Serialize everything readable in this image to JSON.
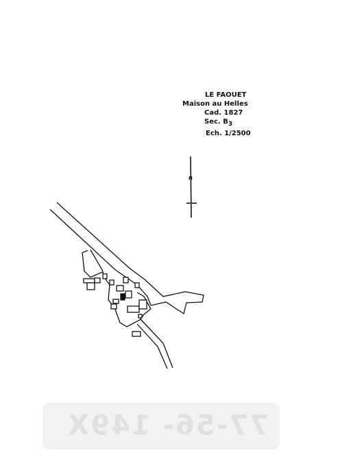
{
  "legend": {
    "place": "LE FAOUET",
    "site": "Maison au  Helles",
    "cadastre": "Cad. 1827",
    "section": "Sec. B",
    "section_sub": "3",
    "scale": "Ech. 1/2500"
  },
  "north_arrow": {
    "label": "N"
  },
  "stamp": {
    "text": "77-56- 149X"
  },
  "colors": {
    "ink": "#111111",
    "paper": "#ffffff",
    "stamp": "#f2f2f2"
  }
}
